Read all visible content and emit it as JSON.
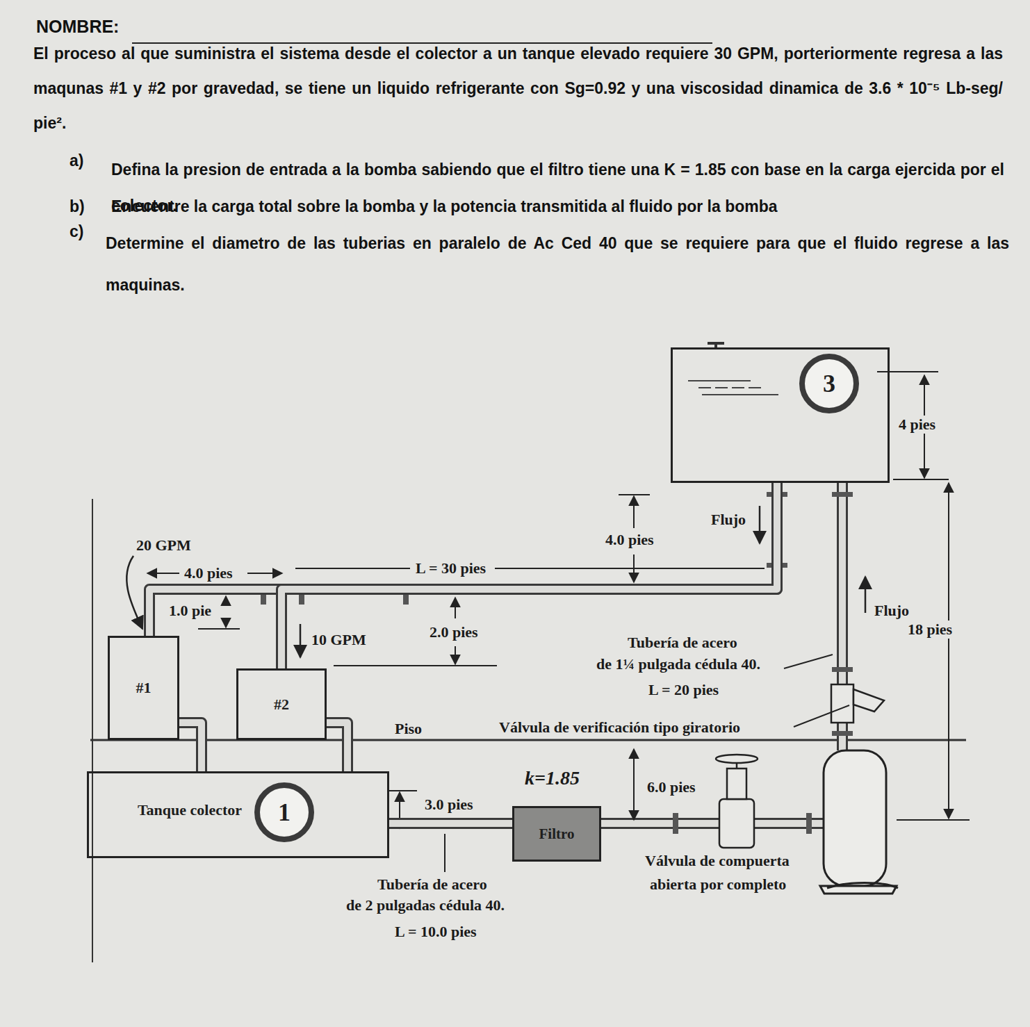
{
  "diagram": {
    "nodes": [
      {
        "text": [
          "3"
        ]
      },
      {
        "text": [
          "#1"
        ]
      },
      {
        "text": [
          "#2"
        ]
      },
      {
        "text": [
          "Tanque colector",
          "1"
        ]
      },
      {
        "text": [
          "Filtro"
        ]
      }
    ],
    "edges": [
      {
        "from": 0,
        "to": 1,
        "arrow": "none"
      },
      {
        "from": 0,
        "to": 2,
        "arrow": "none"
      },
      {
        "from": 1,
        "to": 3,
        "arrow": "none"
      },
      {
        "from": 2,
        "to": 3,
        "arrow": "none"
      },
      {
        "from": 3,
        "to": 4,
        "arrow": "none"
      }
    ],
    "labels": [
      "NOMBRE:",
      "El proceso al que suministra el sistema desde el colector a un tanque elevado requiere 30 GPM, porteriormente regresa a las maqunas #1 y #2 por gravedad, se tiene un liquido refrigerante con Sg=0.92 y una viscosidad dinamica de 3.6 * 10⁻⁵ Lb-seg/ pie².",
      "a)",
      "Defina la presion de entrada a la bomba sabiendo que el filtro tiene una K = 1.85 con base en la carga ejercida por el colector.",
      "b)",
      "Encuentre la carga total sobre la bomba y la potencia transmitida al fluido por la bomba",
      "c)",
      "Determine el diametro de las tuberias en paralelo de Ac Ced 40 que se requiere para que el fluido regrese a las maquinas.",
      "4 pies",
      "Flujo",
      "4.0 pies",
      "20 GPM",
      "4.0 pies",
      "L = 30 pies",
      "1.0 pie",
      "10 GPM",
      "2.0 pies",
      "Flujo",
      "18 pies",
      "Tubería de acero",
      "de 1¼ pulgada cédula 40.",
      "L = 20 pies",
      "Piso",
      "Válvula de verificación tipo giratorio",
      "k=1.85",
      "6.0 pies",
      "3.0 pies",
      "Válvula de compuerta",
      "abierta por completo",
      "Tubería de acero",
      "de 2 pulgadas cédula 40.",
      "L = 10.0 pies"
    ]
  }
}
